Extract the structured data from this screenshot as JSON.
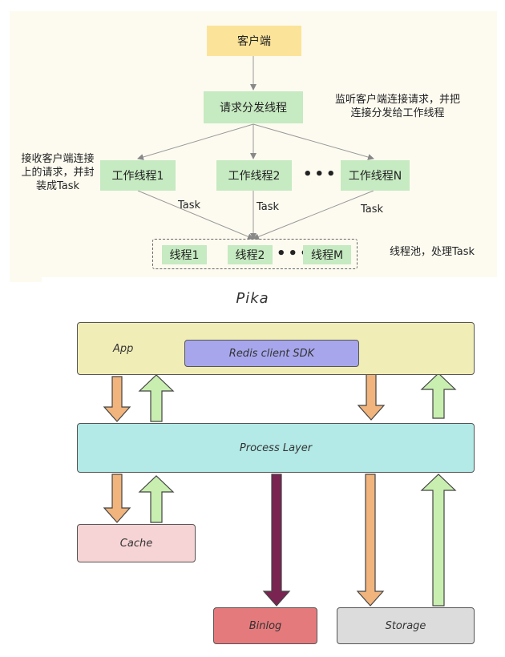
{
  "flow": {
    "client": "客户端",
    "dispatcher": "请求分发线程",
    "dispatcher_note_line1": "监听客户端连接请求，并把",
    "dispatcher_note_line2": "连接分发给工作线程",
    "worker_note_line1": "接收客户端连接",
    "worker_note_line2": "上的请求，并封",
    "worker_note_line3": "装成Task",
    "workers": [
      "工作线程1",
      "工作线程2",
      "工作线程N"
    ],
    "workers_ellipsis": "•••",
    "task_labels": [
      "Task",
      "Task",
      "Task"
    ],
    "pool_threads": [
      "线程1",
      "线程2",
      "线程M"
    ],
    "pool_ellipsis": "•••",
    "pool_note": "线程池，处理Task"
  },
  "pika": {
    "title": "Pika",
    "app": "App",
    "redis_sdk": "Redis client SDK",
    "process_layer": "Process Layer",
    "cache": "Cache",
    "binlog": "Binlog",
    "storage": "Storage"
  },
  "colors": {
    "client": "#fbe49a",
    "thread": "#c6eac1",
    "app": "#f1edb7",
    "redis_sdk": "#a7a6ec",
    "process_layer": "#b3e9e6",
    "cache": "#f6d3d4",
    "binlog": "#e57a7d",
    "storage": "#dcdcdc",
    "arrow_down": "#f0b47c",
    "arrow_up": "#c8eeb0",
    "arrow_binlog": "#7a2452"
  }
}
